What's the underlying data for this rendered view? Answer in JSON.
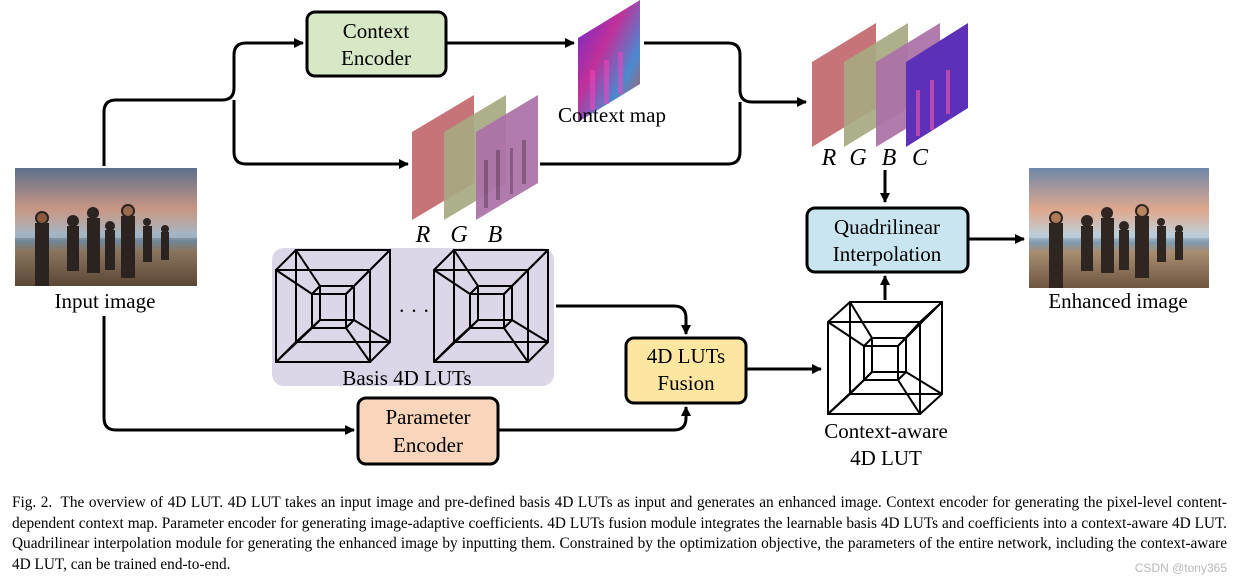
{
  "blocks": {
    "context_encoder": [
      "Context",
      "Encoder"
    ],
    "quadrilinear": [
      "Quadrilinear",
      "Interpolation"
    ],
    "fusion": [
      "4D LUTs",
      "Fusion"
    ],
    "parameter_encoder": [
      "Parameter",
      "Encoder"
    ]
  },
  "labels": {
    "input_image": "Input image",
    "enhanced_image": "Enhanced image",
    "context_map": "Context map",
    "basis_luts": "Basis 4D LUTs",
    "ellipsis": "· · ·",
    "context_aware": [
      "Context-aware",
      "4D LUT"
    ],
    "rgb": [
      "R",
      "G",
      "B"
    ],
    "rgbc": [
      "R",
      "G",
      "B",
      "C"
    ]
  },
  "caption": {
    "fig": "Fig. 2.",
    "text": "The overview of 4D LUT. 4D LUT takes an input image and pre-defined basis 4D LUTs as input and generates an enhanced image. Context encoder for generating the pixel-level content-dependent context map. Parameter encoder for generating image-adaptive coefficients. 4D LUTs fusion module integrates the learnable basis 4D LUTs and coefficients into a context-aware 4D LUT. Quadrilinear interpolation module for generating the enhanced image by inputting them. Constrained by the optimization objective, the parameters of the entire network, including the context-aware 4D LUT, can be trained end-to-end."
  },
  "watermark": "CSDN @tony365",
  "colors": {
    "context_encoder_fill": "#d6e8c6",
    "quadrilinear_fill": "#c9e6f0",
    "fusion_fill": "#fde7a0",
    "parameter_encoder_fill": "#f9d6bb",
    "basis_bg": "#ddd5e8",
    "channel_r": "#c2686e",
    "channel_g": "#a7a881",
    "channel_b": "#ab70a7",
    "channel_c": "#5c31b8"
  }
}
